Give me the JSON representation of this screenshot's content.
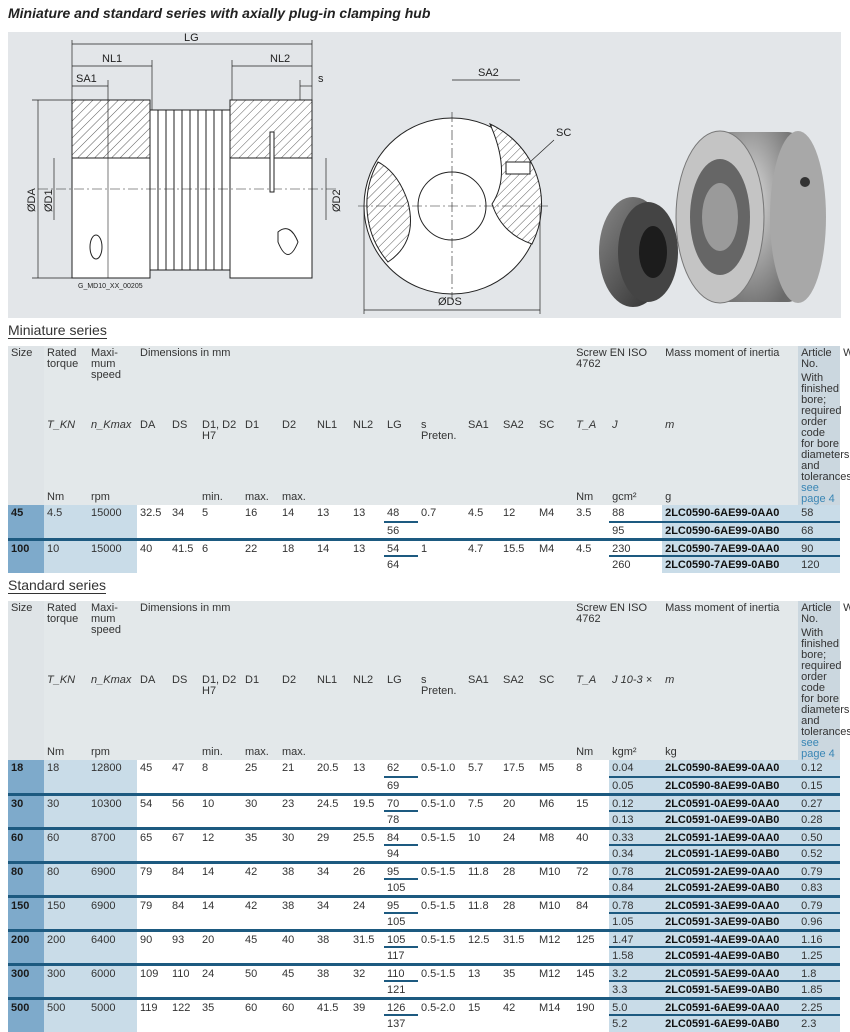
{
  "title": "Miniature and standard series with axially plug-in clamping hub",
  "drawing": {
    "labels": {
      "LG": "LG",
      "NL1": "NL1",
      "NL2": "NL2",
      "SA1": "SA1",
      "s": "s",
      "DA": "ØDA",
      "D1": "ØD1",
      "D2": "ØD2",
      "SA2": "SA2",
      "SC": "SC",
      "DS": "ØDS"
    },
    "drawing_id": "G_MD10_XX_00205"
  },
  "sections": [
    {
      "title": "Miniature series",
      "header": {
        "size": "Size",
        "torque": "Rated torque",
        "speed": "Maxi-mum speed",
        "dimensions": "Dimensions in mm",
        "screw": "Screw EN ISO 4762",
        "inertia": "Mass moment of inertia",
        "article_title": "Article No.",
        "article_text": "With finished bore; required order code for bore diameters and tolerances",
        "article_link": "see page 4",
        "weight": "Weight",
        "symbols": [
          "",
          "T_KN",
          "n_Kmax",
          "DA",
          "DS",
          "D1, D2 H7",
          "D1",
          "D2",
          "NL1",
          "NL2",
          "LG",
          "s Preten.",
          "SA1",
          "SA2",
          "SC",
          "T_A",
          "J",
          "m"
        ],
        "units": [
          "",
          "Nm",
          "rpm",
          "",
          "",
          "min.",
          "max.",
          "max.",
          "",
          "",
          "",
          "",
          "",
          "",
          "",
          "Nm",
          "gcm²",
          "g"
        ]
      },
      "rows": [
        {
          "size": "45",
          "torque": "4.5",
          "speed": "15000",
          "DA": "32.5",
          "DS": "34",
          "D1D2min": "5",
          "D1max": "16",
          "D2max": "14",
          "NL1": "13",
          "NL2": "13",
          "LG": [
            "48",
            "56"
          ],
          "s": "0.7",
          "SA1": "4.5",
          "SA2": "12",
          "SC": "M4",
          "TA": "3.5",
          "J": [
            "88",
            "95"
          ],
          "article": [
            "2LC0590-6AE99-0AA0",
            "2LC0590-6AE99-0AB0"
          ],
          "weight": [
            "58",
            "68"
          ]
        },
        {
          "size": "100",
          "torque": "10",
          "speed": "15000",
          "DA": "40",
          "DS": "41.5",
          "D1D2min": "6",
          "D1max": "22",
          "D2max": "18",
          "NL1": "14",
          "NL2": "13",
          "LG": [
            "54",
            "64"
          ],
          "s": "1",
          "SA1": "4.7",
          "SA2": "15.5",
          "SC": "M4",
          "TA": "4.5",
          "J": [
            "230",
            "260"
          ],
          "article": [
            "2LC0590-7AE99-0AA0",
            "2LC0590-7AE99-0AB0"
          ],
          "weight": [
            "90",
            "120"
          ]
        }
      ]
    },
    {
      "title": "Standard series",
      "header": {
        "size": "Size",
        "torque": "Rated torque",
        "speed": "Maxi-mum speed",
        "dimensions": "Dimensions in mm",
        "screw": "Screw EN ISO 4762",
        "inertia": "Mass moment of inertia",
        "article_title": "Article No.",
        "article_text": "With finished bore; required order code for bore diameters and tolerances",
        "article_link": "see page 4",
        "weight": "Weight",
        "symbols": [
          "",
          "T_KN",
          "n_Kmax",
          "DA",
          "DS",
          "D1, D2 H7",
          "D1",
          "D2",
          "NL1",
          "NL2",
          "LG",
          "s Preten.",
          "SA1",
          "SA2",
          "SC",
          "T_A",
          "J 10-3 ×",
          "m"
        ],
        "units": [
          "",
          "Nm",
          "rpm",
          "",
          "",
          "min.",
          "max.",
          "max.",
          "",
          "",
          "",
          "",
          "",
          "",
          "",
          "Nm",
          "kgm²",
          "kg"
        ]
      },
      "rows": [
        {
          "size": "18",
          "torque": "18",
          "speed": "12800",
          "DA": "45",
          "DS": "47",
          "D1D2min": "8",
          "D1max": "25",
          "D2max": "21",
          "NL1": "20.5",
          "NL2": "13",
          "LG": [
            "62",
            "69"
          ],
          "s": "0.5-1.0",
          "SA1": "5.7",
          "SA2": "17.5",
          "SC": "M5",
          "TA": "8",
          "J": [
            "0.04",
            "0.05"
          ],
          "article": [
            "2LC0590-8AE99-0AA0",
            "2LC0590-8AE99-0AB0"
          ],
          "weight": [
            "0.12",
            "0.15"
          ]
        },
        {
          "size": "30",
          "torque": "30",
          "speed": "10300",
          "DA": "54",
          "DS": "56",
          "D1D2min": "10",
          "D1max": "30",
          "D2max": "23",
          "NL1": "24.5",
          "NL2": "19.5",
          "LG": [
            "70",
            "78"
          ],
          "s": "0.5-1.0",
          "SA1": "7.5",
          "SA2": "20",
          "SC": "M6",
          "TA": "15",
          "J": [
            "0.12",
            "0.13"
          ],
          "article": [
            "2LC0591-0AE99-0AA0",
            "2LC0591-0AE99-0AB0"
          ],
          "weight": [
            "0.27",
            "0.28"
          ]
        },
        {
          "size": "60",
          "torque": "60",
          "speed": "8700",
          "DA": "65",
          "DS": "67",
          "D1D2min": "12",
          "D1max": "35",
          "D2max": "30",
          "NL1": "29",
          "NL2": "25.5",
          "LG": [
            "84",
            "94"
          ],
          "s": "0.5-1.5",
          "SA1": "10",
          "SA2": "24",
          "SC": "M8",
          "TA": "40",
          "J": [
            "0.33",
            "0.34"
          ],
          "article": [
            "2LC0591-1AE99-0AA0",
            "2LC0591-1AE99-0AB0"
          ],
          "weight": [
            "0.50",
            "0.52"
          ]
        },
        {
          "size": "80",
          "torque": "80",
          "speed": "6900",
          "DA": "79",
          "DS": "84",
          "D1D2min": "14",
          "D1max": "42",
          "D2max": "38",
          "NL1": "34",
          "NL2": "26",
          "LG": [
            "95",
            "105"
          ],
          "s": "0.5-1.5",
          "SA1": "11.8",
          "SA2": "28",
          "SC": "M10",
          "TA": "72",
          "J": [
            "0.78",
            "0.84"
          ],
          "article": [
            "2LC0591-2AE99-0AA0",
            "2LC0591-2AE99-0AB0"
          ],
          "weight": [
            "0.79",
            "0.83"
          ]
        },
        {
          "size": "150",
          "torque": "150",
          "speed": "6900",
          "DA": "79",
          "DS": "84",
          "D1D2min": "14",
          "D1max": "42",
          "D2max": "38",
          "NL1": "34",
          "NL2": "24",
          "LG": [
            "95",
            "105"
          ],
          "s": "0.5-1.5",
          "SA1": "11.8",
          "SA2": "28",
          "SC": "M10",
          "TA": "84",
          "J": [
            "0.78",
            "1.05"
          ],
          "article": [
            "2LC0591-3AE99-0AA0",
            "2LC0591-3AE99-0AB0"
          ],
          "weight": [
            "0.79",
            "0.96"
          ]
        },
        {
          "size": "200",
          "torque": "200",
          "speed": "6400",
          "DA": "90",
          "DS": "93",
          "D1D2min": "20",
          "D1max": "45",
          "D2max": "40",
          "NL1": "38",
          "NL2": "31.5",
          "LG": [
            "105",
            "117"
          ],
          "s": "0.5-1.5",
          "SA1": "12.5",
          "SA2": "31.5",
          "SC": "M12",
          "TA": "125",
          "J": [
            "1.47",
            "1.58"
          ],
          "article": [
            "2LC0591-4AE99-0AA0",
            "2LC0591-4AE99-0AB0"
          ],
          "weight": [
            "1.16",
            "1.25"
          ]
        },
        {
          "size": "300",
          "torque": "300",
          "speed": "6000",
          "DA": "109",
          "DS": "110",
          "D1D2min": "24",
          "D1max": "50",
          "D2max": "45",
          "NL1": "38",
          "NL2": "32",
          "LG": [
            "110",
            "121"
          ],
          "s": "0.5-1.5",
          "SA1": "13",
          "SA2": "35",
          "SC": "M12",
          "TA": "145",
          "J": [
            "3.2",
            "3.3"
          ],
          "article": [
            "2LC0591-5AE99-0AA0",
            "2LC0591-5AE99-0AB0"
          ],
          "weight": [
            "1.8",
            "1.85"
          ]
        },
        {
          "size": "500",
          "torque": "500",
          "speed": "5000",
          "DA": "119",
          "DS": "122",
          "D1D2min": "35",
          "D1max": "60",
          "D2max": "60",
          "NL1": "41.5",
          "NL2": "39",
          "LG": [
            "126",
            "137"
          ],
          "s": "0.5-2.0",
          "SA1": "15",
          "SA2": "42",
          "SC": "M14",
          "TA": "190",
          "J": [
            "5.0",
            "5.2"
          ],
          "article": [
            "2LC0591-6AE99-0AA0",
            "2LC0591-6AE99-0AB0"
          ],
          "weight": [
            "2.25",
            "2.3"
          ]
        }
      ]
    }
  ],
  "colors": {
    "accent_line": "#1d5a80",
    "size_column": "#7eaacb",
    "highlight_column": "#c9dce8",
    "link": "#3a86b5"
  }
}
